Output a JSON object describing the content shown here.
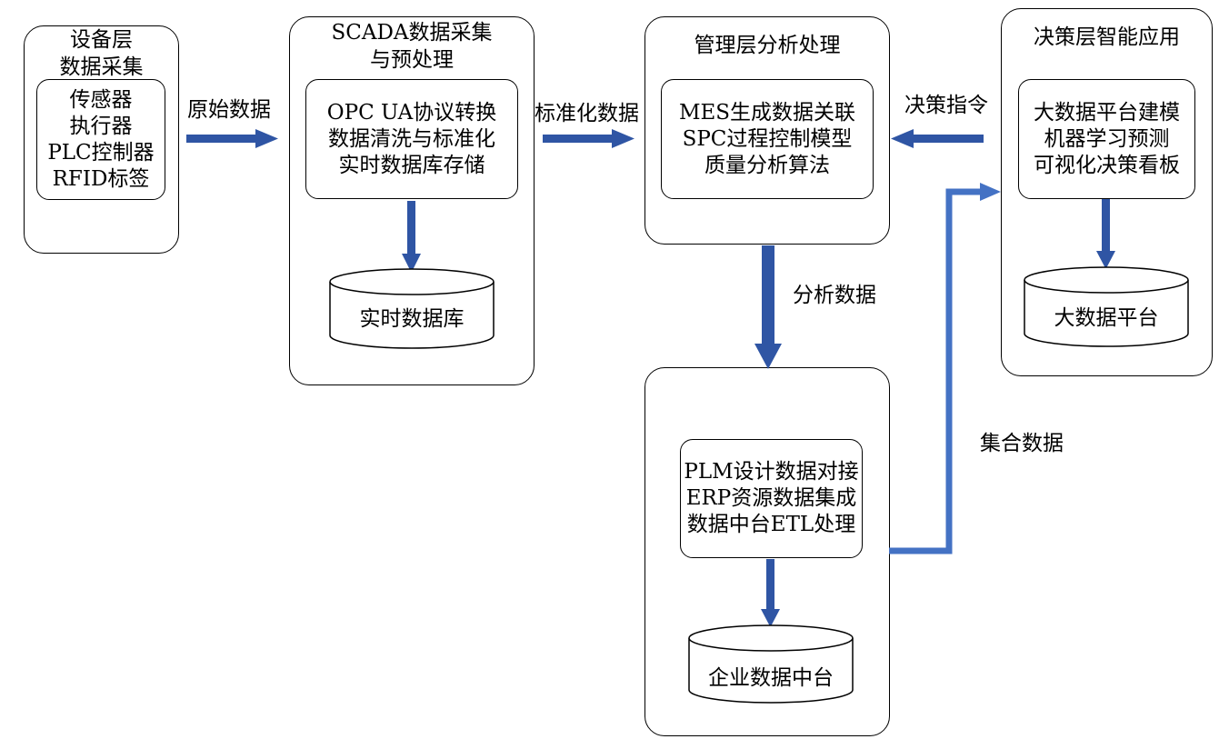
{
  "colors": {
    "arrow": "#2f55a4",
    "arrow_light": "#4472c4",
    "border": "#000000"
  },
  "device_layer": {
    "title_lines": [
      "设备层",
      "数据采集"
    ],
    "items": [
      "传感器",
      "执行器",
      "PLC控制器",
      "RFID标签"
    ]
  },
  "scada_layer": {
    "title_lines": [
      "SCADA数据采集",
      "与预处理"
    ],
    "items": [
      "OPC UA协议转换",
      "数据清洗与标准化",
      "实时数据库存储"
    ],
    "database": "实时数据库"
  },
  "management_layer": {
    "title": "管理层分析处理",
    "items": [
      "MES生成数据关联",
      "SPC过程控制模型",
      "质量分析算法"
    ]
  },
  "enterprise_layer": {
    "items": [
      "PLM设计数据对接",
      "ERP资源数据集成",
      "数据中台ETL处理"
    ],
    "database": "企业数据中台"
  },
  "decision_layer": {
    "title": "决策层智能应用",
    "items": [
      "大数据平台建模",
      "机器学习预测",
      "可视化决策看板"
    ],
    "database": "大数据平台"
  },
  "flow_labels": {
    "raw_data": "原始数据",
    "standardized_data": "标准化数据",
    "decision_command": "决策指令",
    "analysis_data": "分析数据",
    "aggregated_data": "集合数据"
  }
}
